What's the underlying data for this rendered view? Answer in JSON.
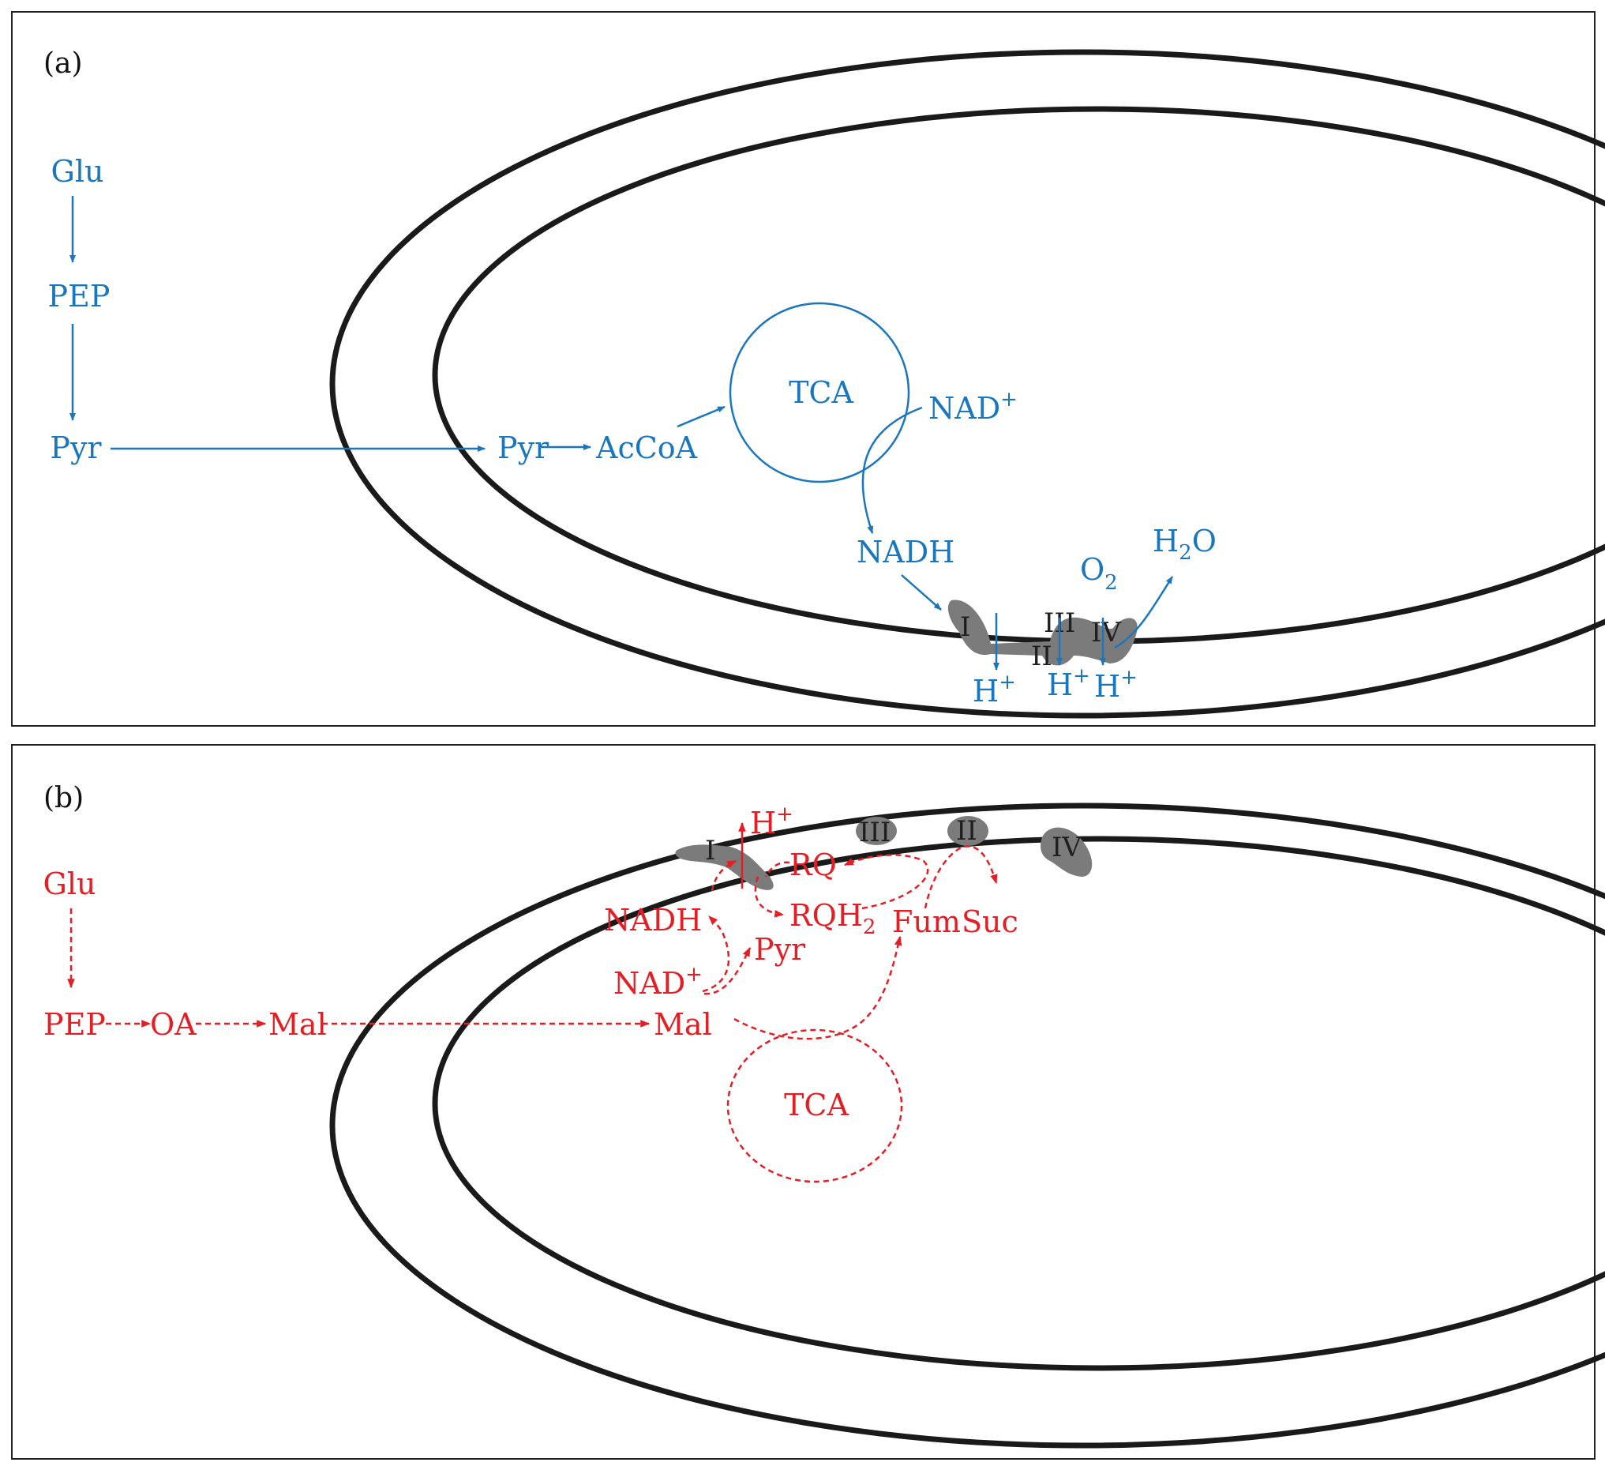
{
  "colors": {
    "aerobic": "#1a76bd",
    "anaerobic": "#e31e24",
    "membrane": "#1a1a1a",
    "complex": "#7b7b7b"
  },
  "panel_a": {
    "label": "(a)",
    "glu": "Glu",
    "pep": "PEP",
    "pyr_outside": "Pyr",
    "pyr_inside": "Pyr",
    "accoa": "AcCoA",
    "tca": "TCA",
    "nad": "NAD",
    "nad_sup": "+",
    "nadh": "NADH",
    "o2": "O",
    "o2_sub": "2",
    "h2o_h": "H",
    "h2o_sub": "2",
    "h2o_o": "O",
    "complexes": [
      "I",
      "II",
      "III",
      "IV"
    ],
    "protons": [
      {
        "h": "H",
        "sup": "+"
      },
      {
        "h": "H",
        "sup": "+"
      },
      {
        "h": "H",
        "sup": "+"
      }
    ]
  },
  "panel_b": {
    "label": "(b)",
    "glu": "Glu",
    "pep": "PEP",
    "oa": "OA",
    "mal_outside": "Mal",
    "mal_inside": "Mal",
    "tca": "TCA",
    "nadh": "NADH",
    "nad": "NAD",
    "nad_sup": "+",
    "pyr": "Pyr",
    "rq": "RQ",
    "rqh2": "RQH",
    "rqh2_sub": "2",
    "fum": "Fum",
    "suc": "Suc",
    "proton": {
      "h": "H",
      "sup": "+"
    },
    "complexes": [
      "I",
      "III",
      "II",
      "IV"
    ]
  }
}
